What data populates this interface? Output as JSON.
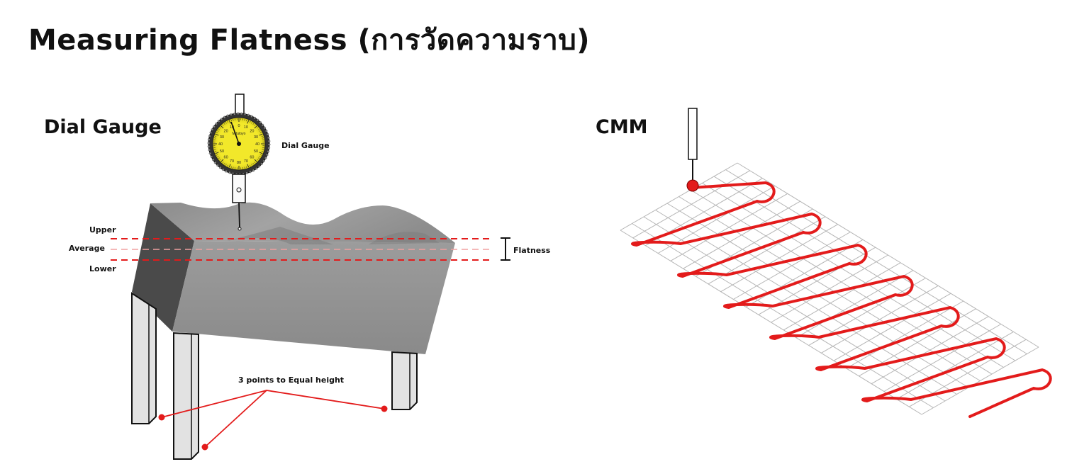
{
  "title": "Measuring Flatness (การวัดความราบ)",
  "left_panel": {
    "heading": "Dial Gauge",
    "labels": {
      "upper": "Upper",
      "average": "Average",
      "lower": "Lower",
      "flatness": "Flatness",
      "dial_gauge": "Dial Gauge",
      "three_points": "3 points to Equal height"
    },
    "dial": {
      "brand": "Mitutoyo",
      "scale": [
        "0",
        "10",
        "20",
        "30",
        "40",
        "50",
        "60",
        "70",
        "80",
        "70",
        "60",
        "50",
        "40",
        "30",
        "20",
        "10"
      ],
      "face_color": "#f2e82a"
    },
    "line_color": "#e31b1b"
  },
  "right_panel": {
    "heading": "CMM",
    "path_color": "#e31b1b",
    "grid_color": "#b5b5b5"
  }
}
